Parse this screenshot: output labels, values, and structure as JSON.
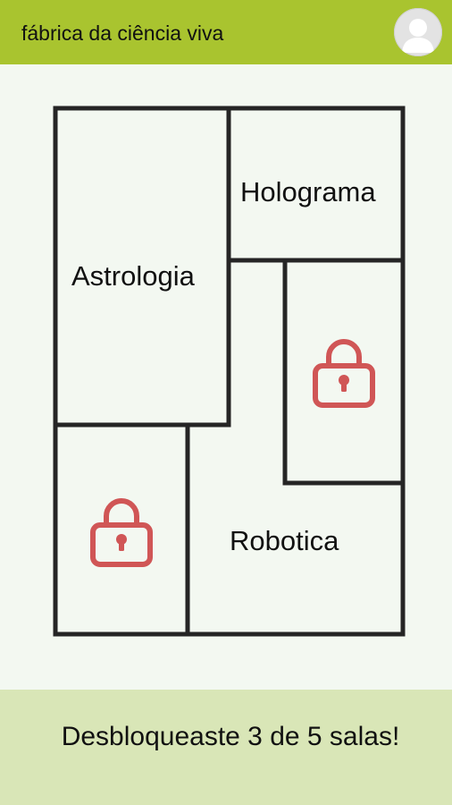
{
  "header": {
    "title": "fábrica da ciência viva",
    "avatar_icon": "user-avatar-icon"
  },
  "rooms": [
    {
      "id": "astrologia",
      "label": "Astrologia",
      "locked": false
    },
    {
      "id": "holograma",
      "label": "Holograma",
      "locked": false
    },
    {
      "id": "locked-room-right",
      "label": "",
      "locked": true
    },
    {
      "id": "locked-room-left",
      "label": "",
      "locked": true
    },
    {
      "id": "robotica",
      "label": "Robotica",
      "locked": false
    }
  ],
  "footer": {
    "progress_text": "Desbloqueaste 3 de 5 salas!",
    "unlocked": 3,
    "total": 5
  },
  "colors": {
    "header": "#a9c42f",
    "footer": "#d9e6b7",
    "background": "#f3f8f1",
    "wall": "#252525",
    "lock": "#d05656"
  },
  "icons": {
    "lock": "padlock-icon"
  }
}
